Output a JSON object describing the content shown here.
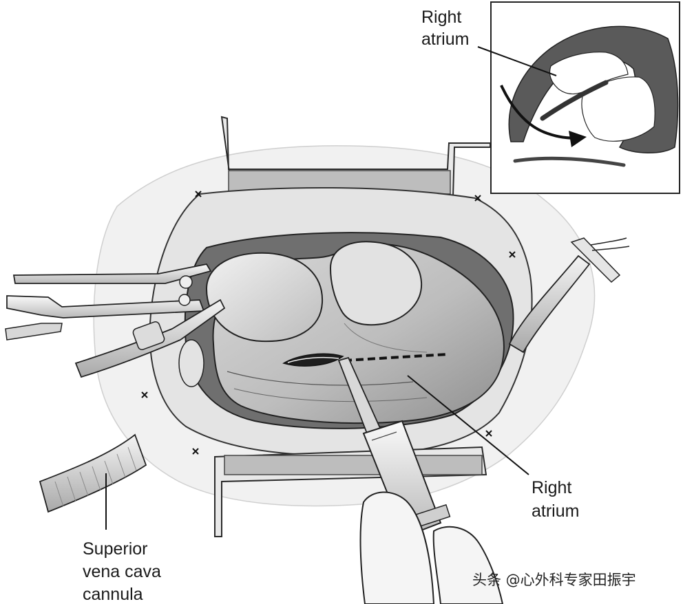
{
  "labels": {
    "inset_right_atrium": [
      "Right",
      "atrium"
    ],
    "main_right_atrium": [
      "Right",
      "atrium"
    ],
    "svc_cannula": [
      "Superior",
      "vena cava",
      "cannula"
    ]
  },
  "watermark": "头条 @心外科专家田振宇",
  "colors": {
    "background": "#ffffff",
    "ink": "#1a1a1a",
    "tissue_light": "#e6e6e6",
    "tissue_mid": "#c4c4c4",
    "cavity_dark": "#6f6f6f",
    "inset_wall": "#5a5a5a"
  }
}
